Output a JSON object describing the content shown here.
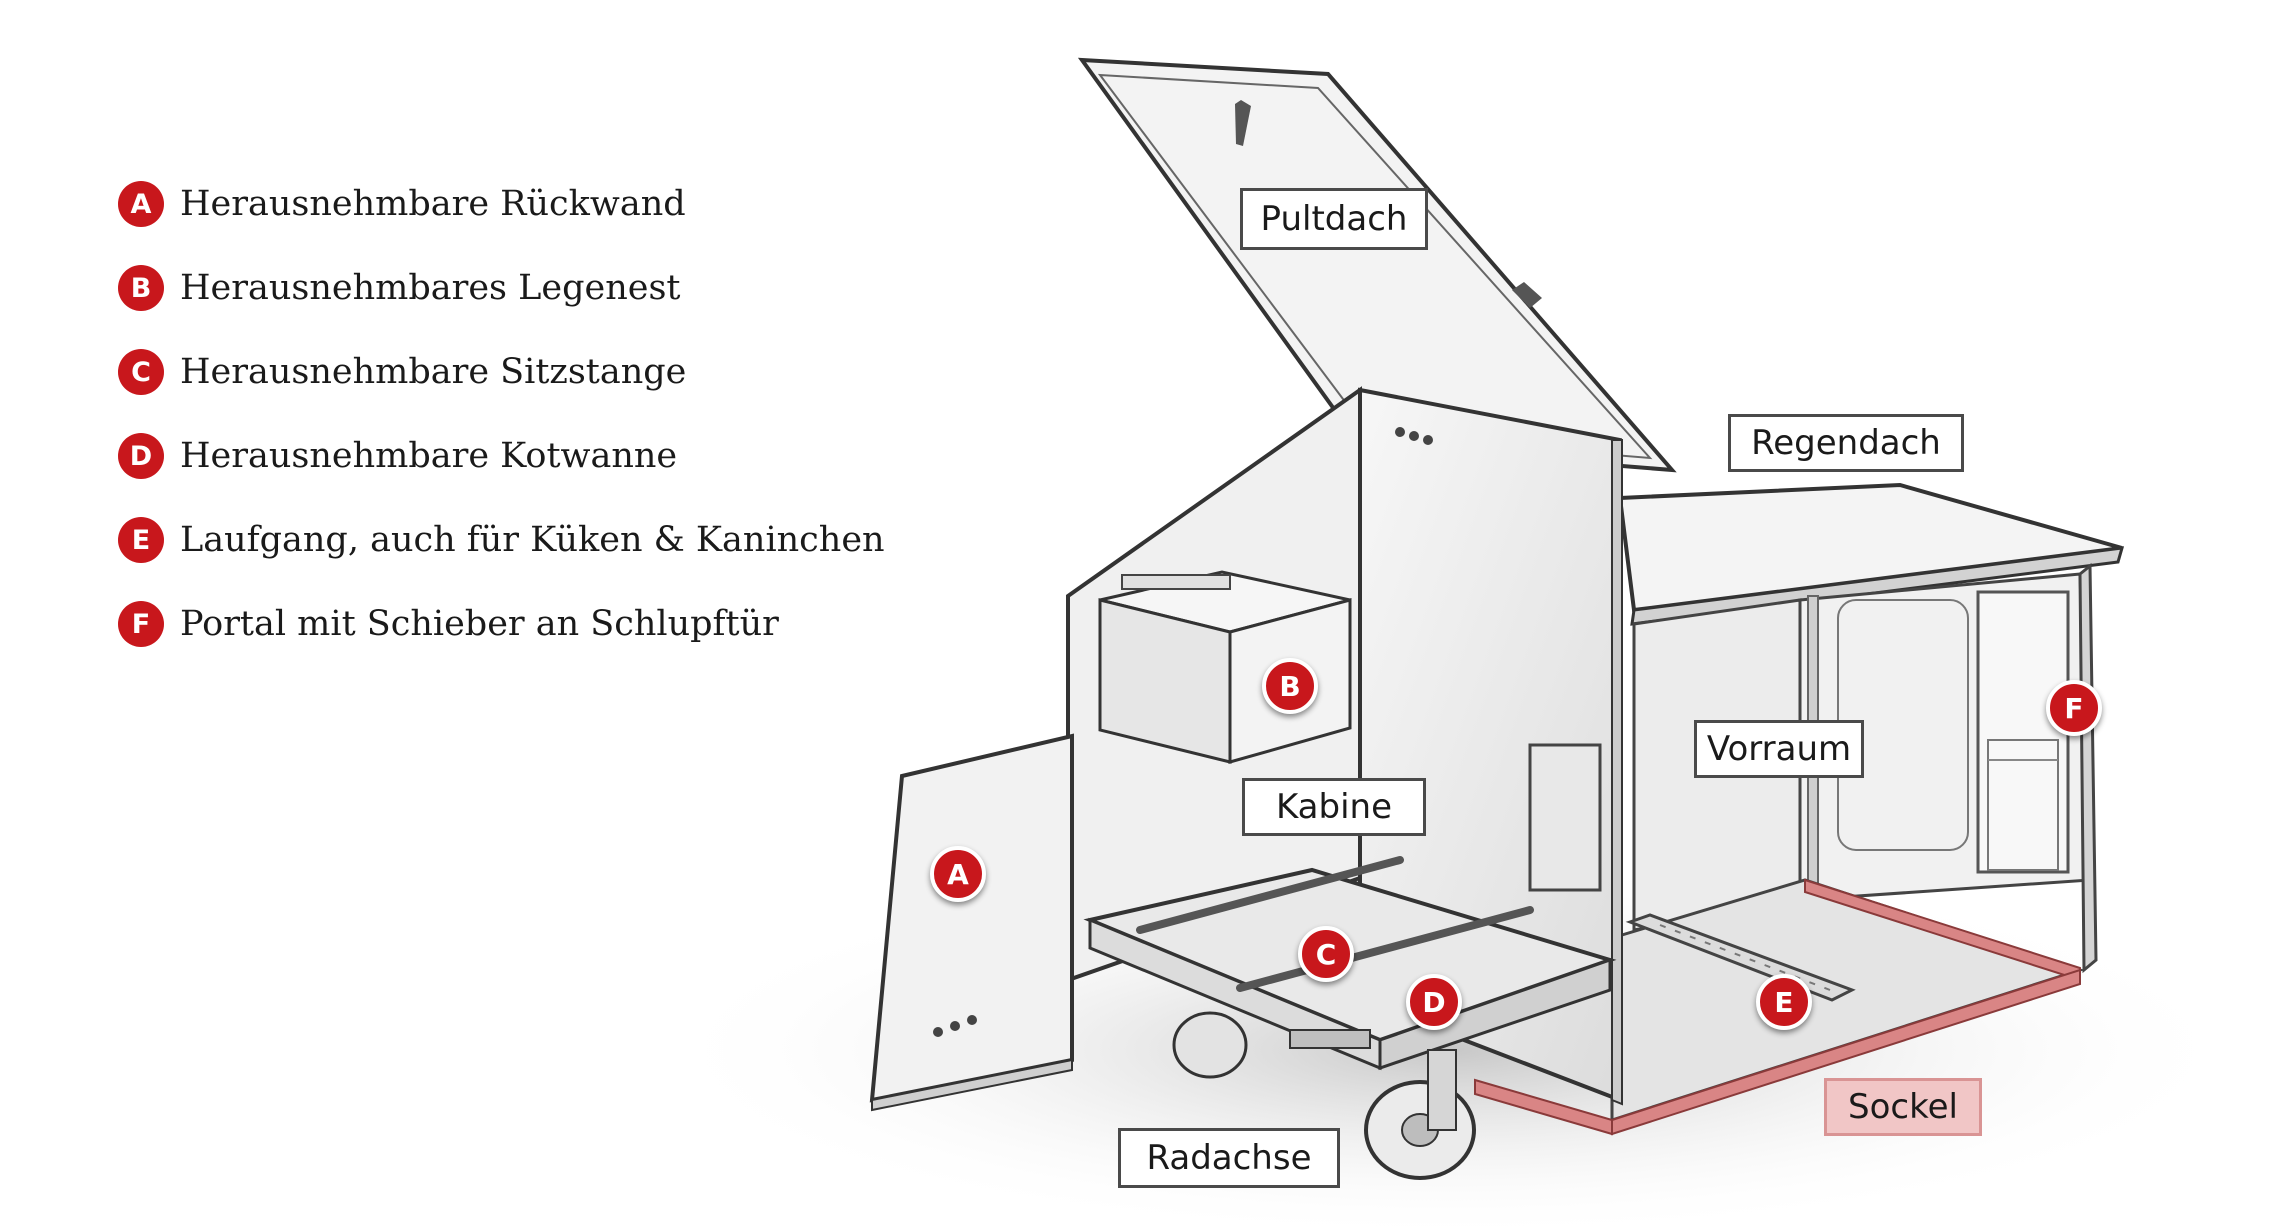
{
  "legend": [
    {
      "letter": "A",
      "text": "Herausnehmbare Rückwand"
    },
    {
      "letter": "B",
      "text": "Herausnehmbares Legenest"
    },
    {
      "letter": "C",
      "text": "Herausnehmbare Sitzstange"
    },
    {
      "letter": "D",
      "text": "Herausnehmbare Kotwanne"
    },
    {
      "letter": "E",
      "text": "Laufgang, auch für Küken & Kaninchen"
    },
    {
      "letter": "F",
      "text": "Portal mit Schieber an Schlupftür"
    }
  ],
  "labels": {
    "pultdach": "Pultdach",
    "regendach": "Regendach",
    "vorraum": "Vorraum",
    "kabine": "Kabine",
    "radachse": "Radachse",
    "sockel": "Sockel"
  },
  "markers": {
    "a": "A",
    "b": "B",
    "c": "C",
    "d": "D",
    "e": "E",
    "f": "F"
  },
  "colors": {
    "accent": "#c8171c",
    "sockel_highlight": "#f1c6c6",
    "base_frame": "#d98585"
  }
}
